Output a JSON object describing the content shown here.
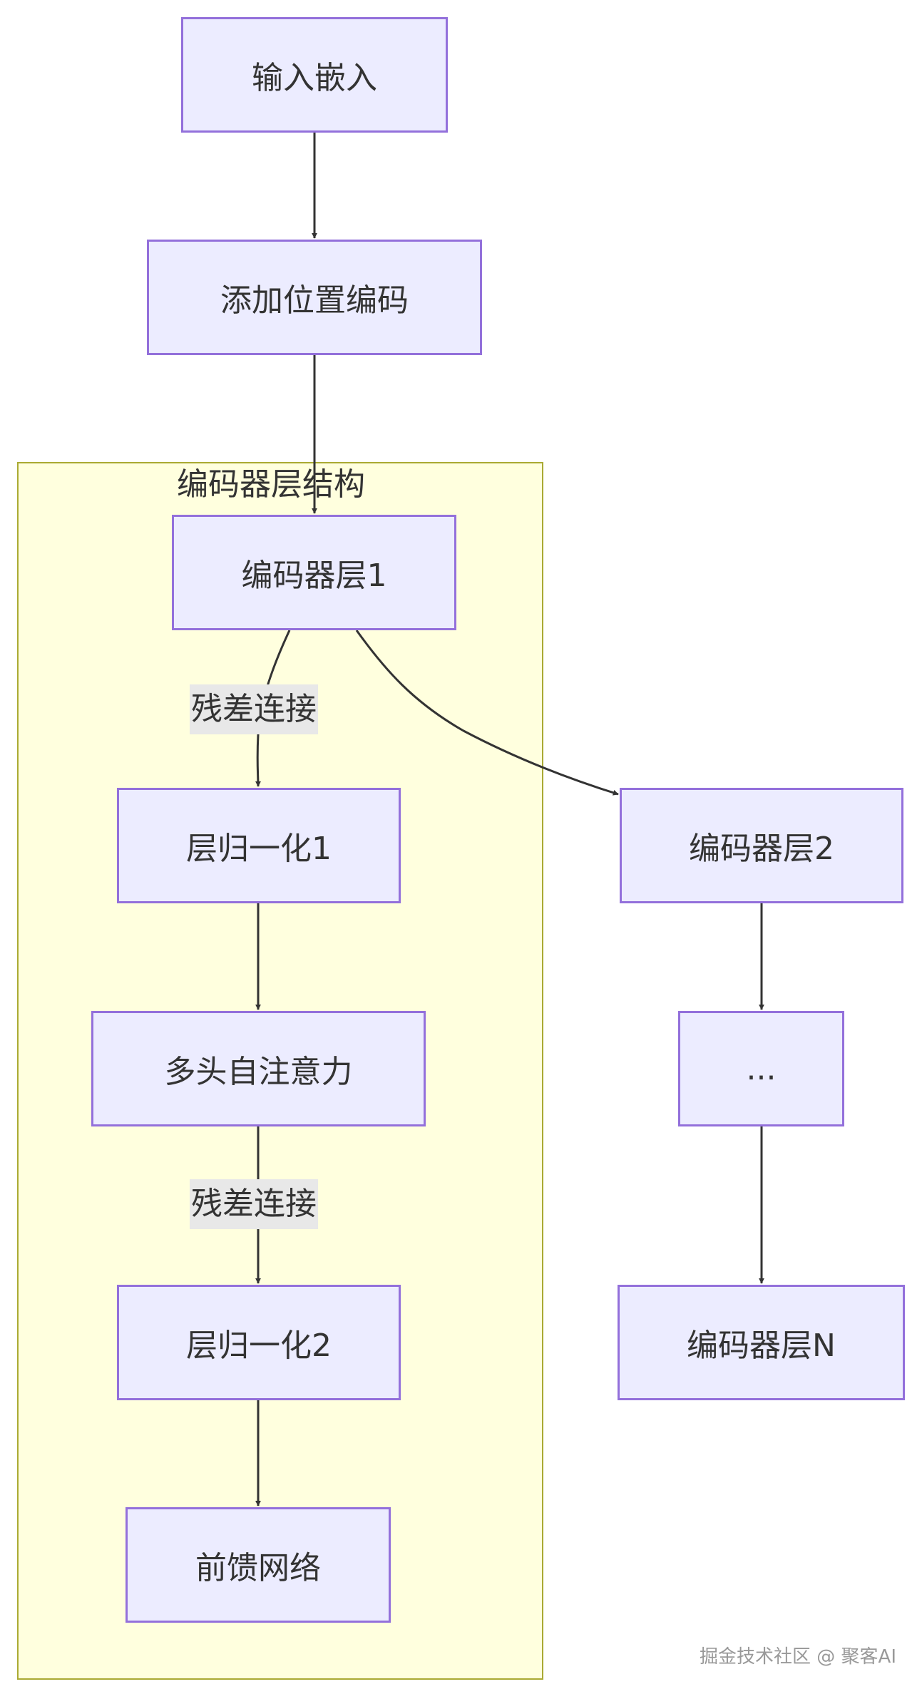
{
  "diagram": {
    "cluster": {
      "title": "编码器层结构"
    },
    "nodes": {
      "input_embedding": "输入嵌入",
      "positional_encoding": "添加位置编码",
      "encoder_layer_1": "编码器层1",
      "layer_norm_1": "层归一化1",
      "multi_head_attention": "多头自注意力",
      "layer_norm_2": "层归一化2",
      "feed_forward": "前馈网络",
      "encoder_layer_2": "编码器层2",
      "ellipsis": "...",
      "encoder_layer_n": "编码器层N"
    },
    "edge_labels": {
      "residual_1": "残差连接",
      "residual_2": "残差连接"
    },
    "colors": {
      "node_fill": "#ececff",
      "node_border": "#9370db",
      "cluster_fill": "#ffffde",
      "cluster_border": "#aaaa33",
      "edge": "#333333",
      "edge_label_bg": "#e8e8e8"
    }
  },
  "watermark": "掘金技术社区 @ 聚客AI"
}
